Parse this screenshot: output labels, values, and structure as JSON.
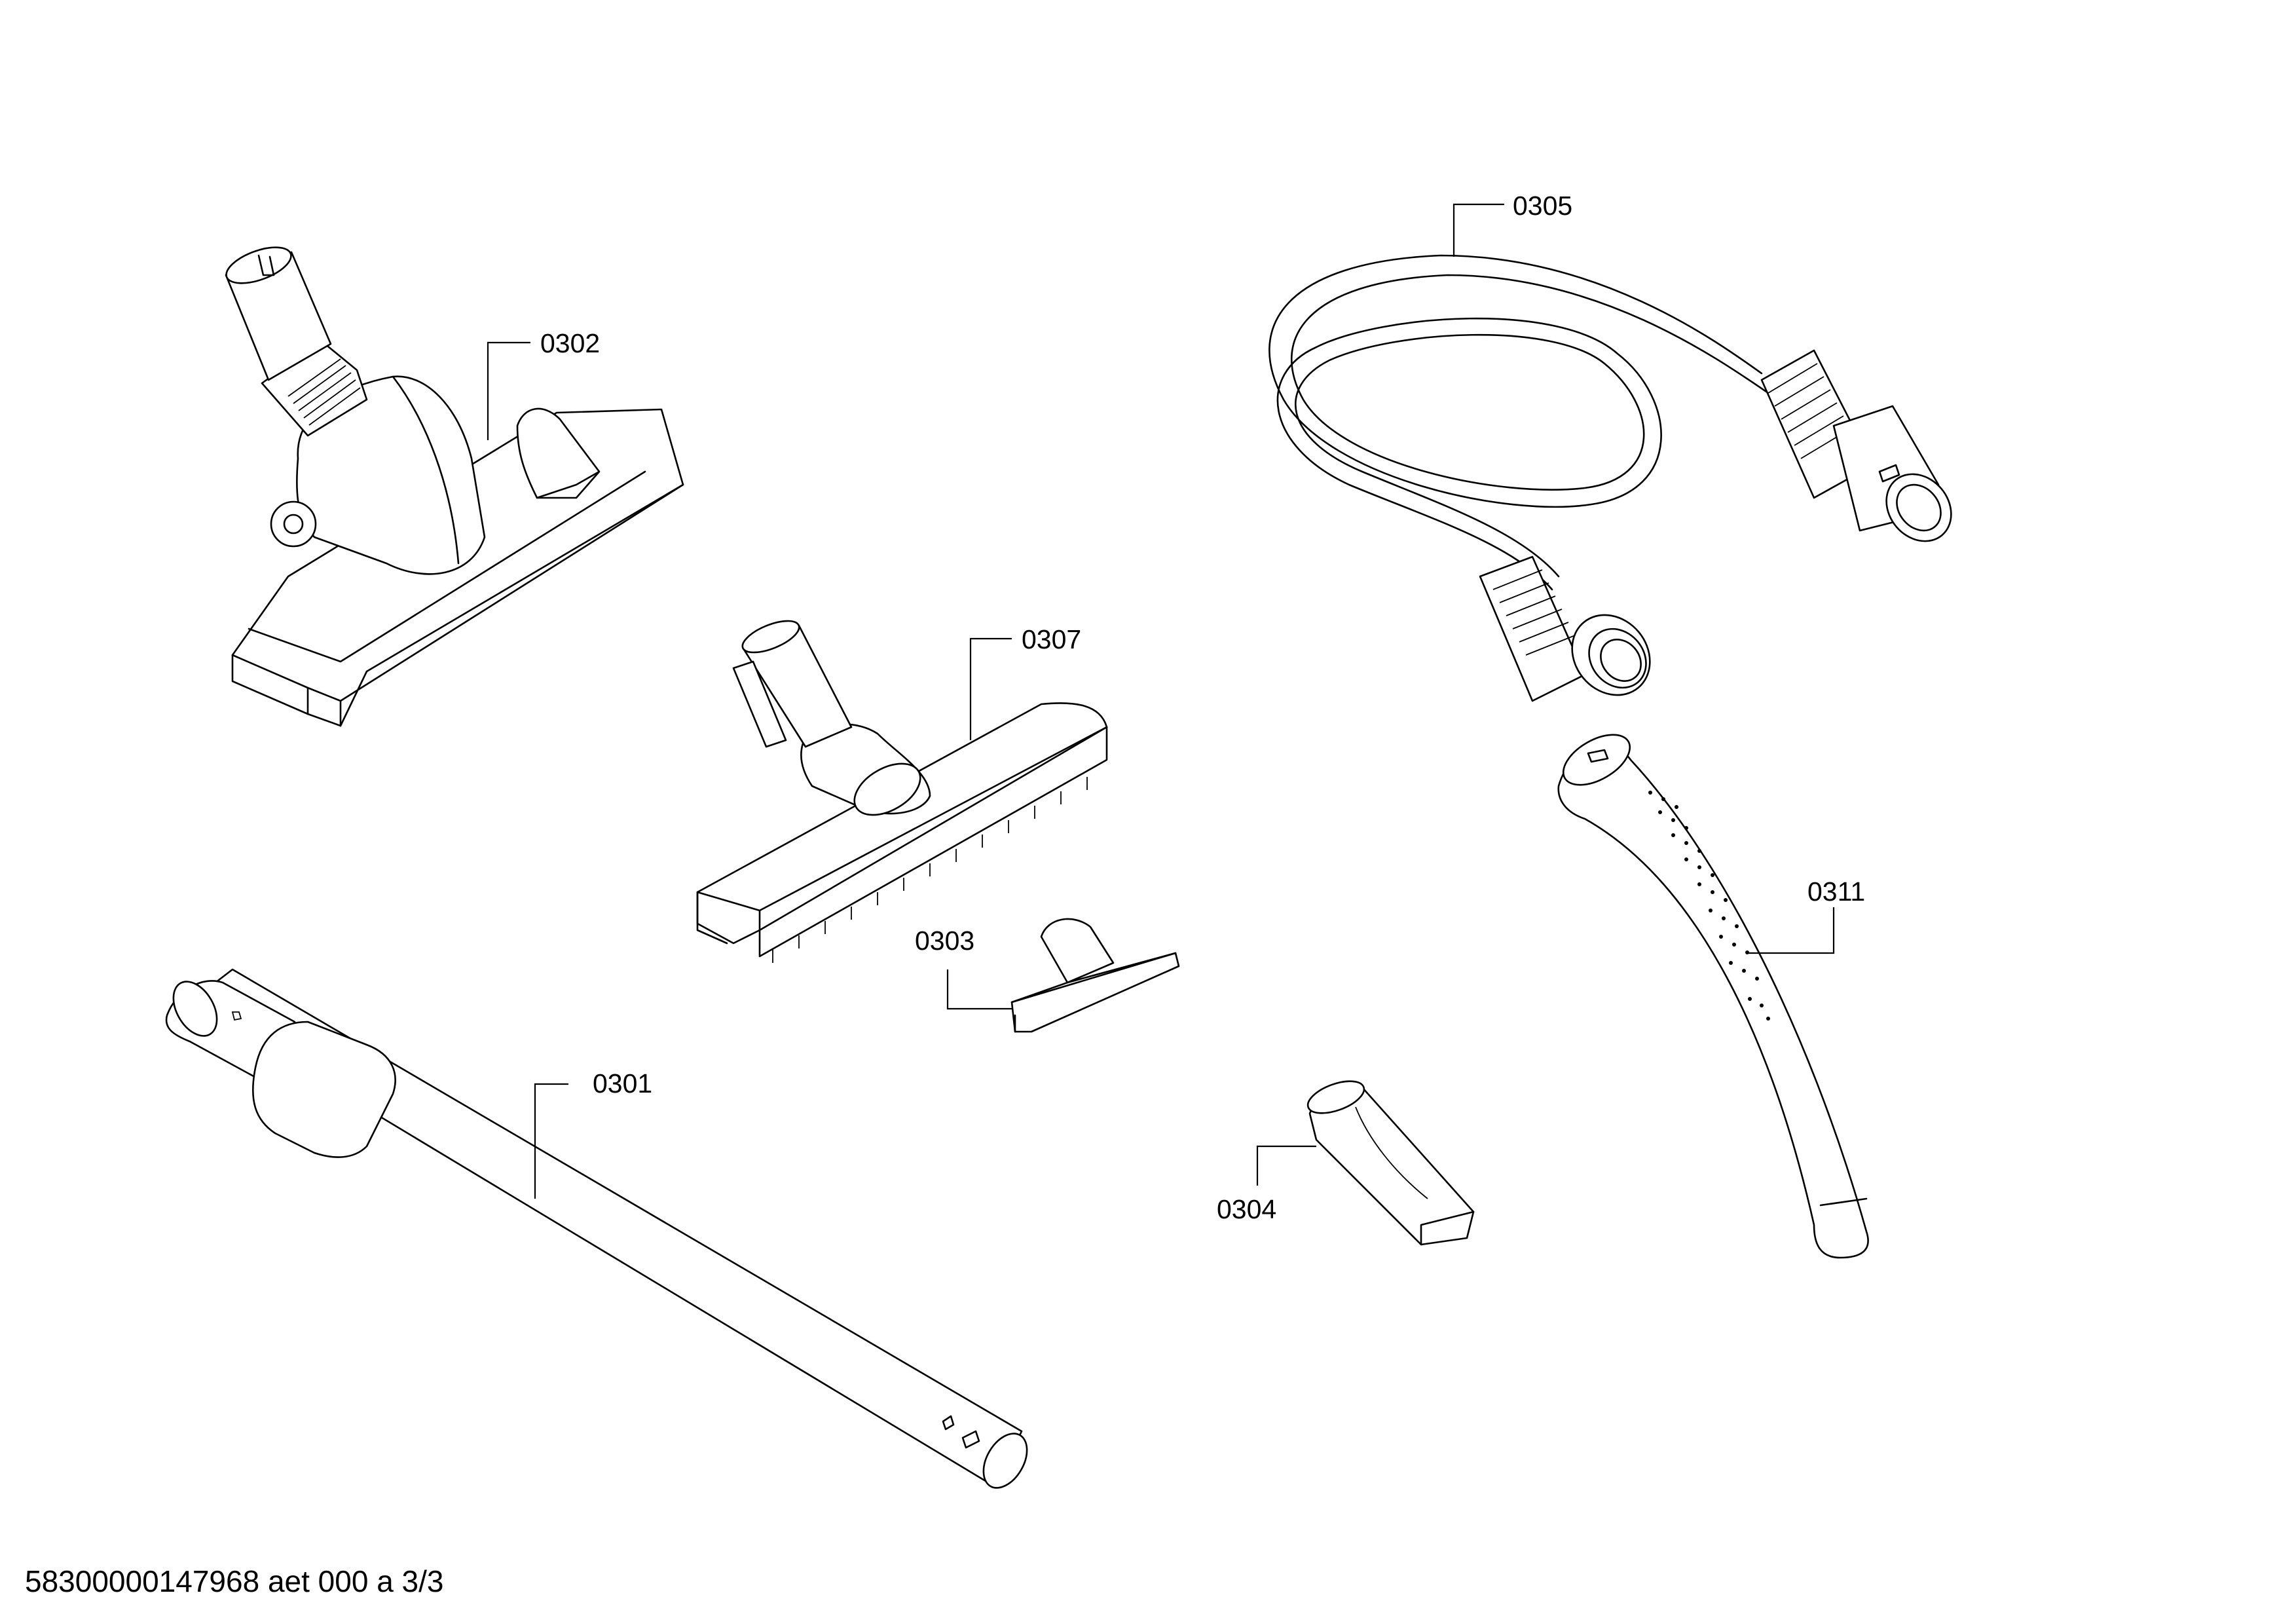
{
  "labels": {
    "p0301": "0301",
    "p0302": "0302",
    "p0303": "0303",
    "p0304": "0304",
    "p0305": "0305",
    "p0307": "0307",
    "p0311": "0311"
  },
  "footer": {
    "text": "58300000147968 aet 000 a 3/3"
  }
}
